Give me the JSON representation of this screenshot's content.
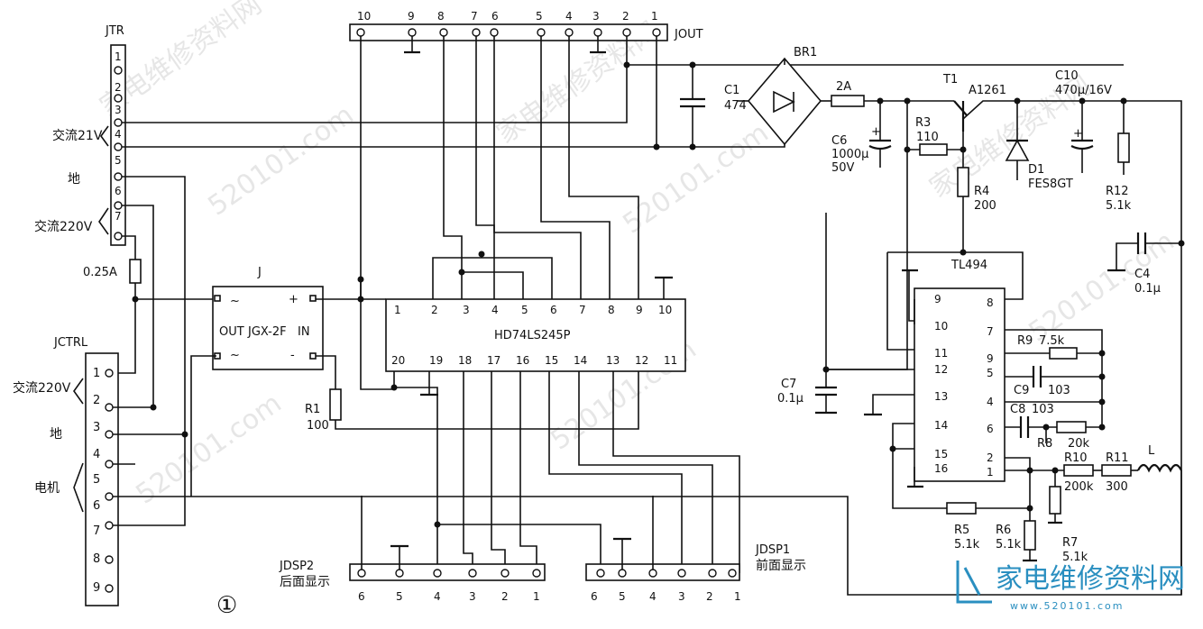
{
  "connectors": {
    "jtr": {
      "name": "JTR",
      "pins": [
        "1",
        "2",
        "3",
        "4",
        "5",
        "6",
        "7"
      ],
      "ac21": "交流21V",
      "ground": "地",
      "ac220": "交流220V"
    },
    "jout": {
      "name": "JOUT",
      "pins": [
        "10",
        "9",
        "8",
        "7",
        "6",
        "5",
        "4",
        "3",
        "2",
        "1"
      ]
    },
    "jctrl": {
      "name": "JCTRL",
      "pins": [
        "1",
        "2",
        "3",
        "4",
        "5",
        "6",
        "7",
        "8",
        "9"
      ],
      "ac220": "交流220V",
      "ground": "地",
      "motor": "电机"
    },
    "jdsp2": {
      "name": "JDSP2",
      "caption": "后面显示",
      "pins": [
        "6",
        "5",
        "4",
        "3",
        "2",
        "1"
      ]
    },
    "jdsp1": {
      "name": "JDSP1",
      "caption": "前面显示",
      "pins": [
        "6",
        "5",
        "4",
        "3",
        "2",
        "1"
      ]
    }
  },
  "components": {
    "fuse1": "0.25A",
    "relay": {
      "ref": "J",
      "model": "JGX-2F",
      "out": "OUT",
      "in": "IN",
      "plus": "+",
      "minus": "-"
    },
    "r1": {
      "ref": "R1",
      "value": "100"
    },
    "c1": {
      "ref": "C1",
      "value": "474"
    },
    "br1": "BR1",
    "fuse2": "2A",
    "c6": {
      "ref": "C6",
      "value": "1000μ",
      "voltage": "50V"
    },
    "r3": {
      "ref": "R3",
      "value": "110"
    },
    "t1": {
      "ref": "T1",
      "part": "A1261"
    },
    "r4": {
      "ref": "R4",
      "value": "200"
    },
    "c10": {
      "ref": "C10",
      "value": "470μ/16V"
    },
    "d1": {
      "ref": "D1",
      "part": "FES8GT"
    },
    "r12": {
      "ref": "R12",
      "value": "5.1k"
    },
    "c4": {
      "ref": "C4",
      "value": "0.1μ"
    },
    "c7": {
      "ref": "C7",
      "value": "0.1μ"
    },
    "r9": {
      "ref": "R9",
      "value": "7.5k"
    },
    "c9": {
      "ref": "C9",
      "value": "103"
    },
    "c8": {
      "ref": "C8",
      "value": "103"
    },
    "r8": {
      "ref": "R8",
      "value": "20k"
    },
    "r10": {
      "ref": "R10",
      "value": "200k"
    },
    "r11": {
      "ref": "R11",
      "value": "300"
    },
    "inductor": "L",
    "r5": {
      "ref": "R5",
      "value": "5.1k"
    },
    "r6": {
      "ref": "R6",
      "value": "5.1k"
    },
    "r7": {
      "ref": "R7",
      "value": "5.1k"
    }
  },
  "ics": {
    "hd74": {
      "part": "HD74LS245P",
      "top_pins": [
        "1",
        "2",
        "3",
        "4",
        "5",
        "6",
        "7",
        "8",
        "9",
        "10"
      ],
      "bottom_pins": [
        "20",
        "19",
        "18",
        "17",
        "16",
        "15",
        "14",
        "13",
        "12",
        "11"
      ]
    },
    "tl494": {
      "part": "TL494",
      "left_pins": [
        "9",
        "10",
        "11",
        "12",
        "13",
        "14",
        "15",
        "16"
      ],
      "right_pins": [
        "8",
        "7",
        "9",
        "5",
        "4",
        "6",
        "2",
        "1"
      ]
    }
  },
  "figure_marker": "①",
  "watermark": {
    "text": "家电维修资料网",
    "site": "520101.com",
    "logo_text": "家电维修资料网",
    "logo_url": "www.520101.com"
  }
}
